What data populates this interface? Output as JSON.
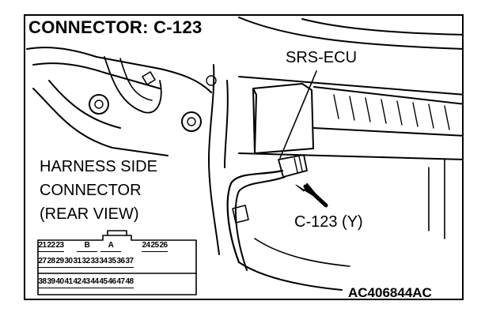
{
  "title": "CONNECTOR: C-123",
  "labels": {
    "ecu": "SRS-ECU",
    "harness_line1": "HARNESS SIDE",
    "harness_line2": "CONNECTOR",
    "harness_line3": "(REAR VIEW)",
    "connector": "C-123 (Y)",
    "figure_code": "AC406844AC"
  },
  "pinout": {
    "row1": [
      "21",
      "22",
      "23",
      "",
      "B",
      "",
      "A",
      "",
      "24",
      "25",
      "26"
    ],
    "row2": [
      "27",
      "28",
      "29",
      "30",
      "31",
      "32",
      "33",
      "34",
      "35",
      "36",
      "37"
    ],
    "row3": [
      "38",
      "39",
      "40",
      "41",
      "42",
      "43",
      "44",
      "45",
      "46",
      "47",
      "48"
    ]
  }
}
